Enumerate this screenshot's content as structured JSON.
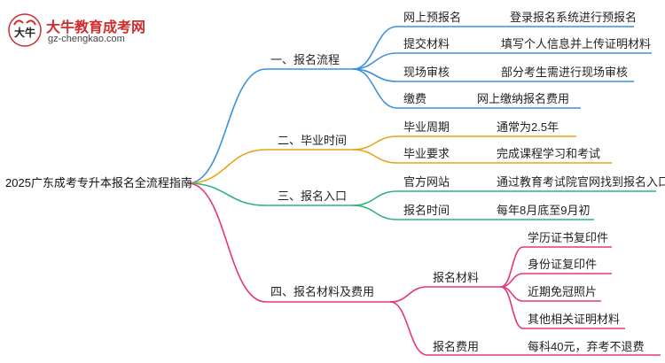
{
  "logo": {
    "title": "大牛教育成考网",
    "url": "gz-chengkao.com",
    "mark_text": "大牛"
  },
  "root": {
    "label": "2025广东成考专升本报名全流程指南"
  },
  "branches": [
    {
      "label": "一、报名流程",
      "color": "#3d8fe0",
      "children": [
        {
          "label": "网上预报名",
          "detail": "登录报名系统进行预报名"
        },
        {
          "label": "提交材料",
          "detail": "填写个人信息并上传证明材料"
        },
        {
          "label": "现场审核",
          "detail": "部分考生需进行现场审核"
        },
        {
          "label": "缴费",
          "detail": "网上缴纳报名费用"
        }
      ]
    },
    {
      "label": "二、毕业时间",
      "color": "#e8a21a",
      "children": [
        {
          "label": "毕业周期",
          "detail": "通常为2.5年"
        },
        {
          "label": "毕业要求",
          "detail": "完成课程学习和考试"
        }
      ]
    },
    {
      "label": "三、报名入口",
      "color": "#2cb47a",
      "children": [
        {
          "label": "官方网站",
          "detail": "通过教育考试院官网找到报名入口"
        },
        {
          "label": "报名时间",
          "detail": "每年8月底至9月初"
        }
      ]
    },
    {
      "label": "四、报名材料及费用",
      "color": "#e5357a",
      "children": [
        {
          "label": "报名材料",
          "items": [
            "学历证书复印件",
            "身份证复印件",
            "近期免冠照片",
            "其他相关证明材料"
          ]
        },
        {
          "label": "报名费用",
          "detail": "每科40元，弃考不退费"
        }
      ]
    }
  ]
}
